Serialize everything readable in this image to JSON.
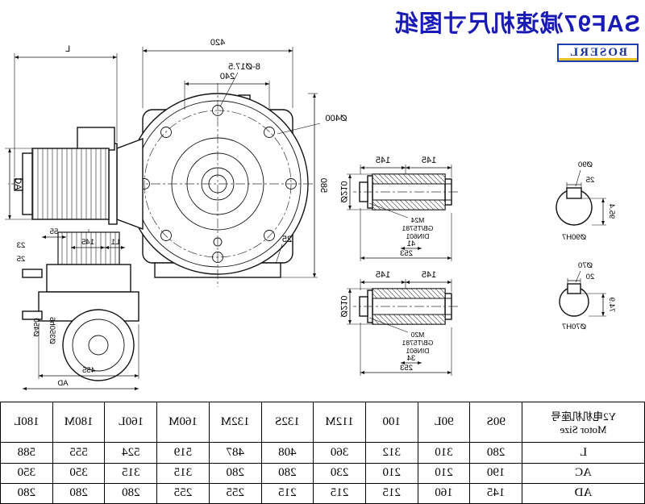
{
  "header": {
    "title": "SAF97减速机尺寸图纸",
    "logo": "BOSERL"
  },
  "front_view": {
    "overall_width": "420",
    "hole_span": "240",
    "bolt_holes": "8-Ø17.5",
    "bolt_circle_dia": "Ø400",
    "overall_height": "580",
    "foot_height": "25",
    "motor_length": "L",
    "motor_diameter": "AC"
  },
  "shaft_details": [
    {
      "len_a": "145",
      "len_b": "145",
      "outer_dia": "Ø210",
      "thread": "M24",
      "standard_1": "GB/T5781",
      "standard_2": "DIN601",
      "bolt_len": "41",
      "total_len": "253"
    },
    {
      "len_a": "145",
      "len_b": "145",
      "outer_dia": "Ø210",
      "thread": "M20",
      "standard_1": "GB/T5781",
      "standard_2": "DIN601",
      "bolt_len": "34",
      "total_len": "253"
    }
  ],
  "bore_sections": [
    {
      "dia": "Ø90",
      "key_width": "25",
      "key_depth": "95.4",
      "bore_fit": "Ø90H7"
    },
    {
      "dia": "Ø70",
      "key_width": "20",
      "key_depth": "74.9",
      "bore_fit": "Ø70H7"
    }
  ],
  "side_view": {
    "dim_55": "55",
    "dim_23": "23",
    "dim_25": "25",
    "dim_l1": "L1",
    "dim_145": "145",
    "flange_dia": "Ø450",
    "spigot_dia": "Ø350h6",
    "dim_455": "455",
    "dim_ad": "AD"
  },
  "table": {
    "row_header_cn": "Y2电机机座号",
    "row_header_en": "Motor Size",
    "columns": [
      "90S",
      "90L",
      "100",
      "112M",
      "132S",
      "132M",
      "160M",
      "160L",
      "180M",
      "180L"
    ],
    "rows": [
      {
        "label": "L",
        "values": [
          "280",
          "310",
          "312",
          "360",
          "408",
          "487",
          "519",
          "524",
          "555",
          "588"
        ]
      },
      {
        "label": "AC",
        "values": [
          "190",
          "210",
          "210",
          "230",
          "280",
          "280",
          "315",
          "315",
          "350",
          "350"
        ]
      },
      {
        "label": "AD",
        "values": [
          "145",
          "160",
          "215",
          "215",
          "215",
          "255",
          "255",
          "280",
          "280",
          "280"
        ]
      }
    ]
  }
}
